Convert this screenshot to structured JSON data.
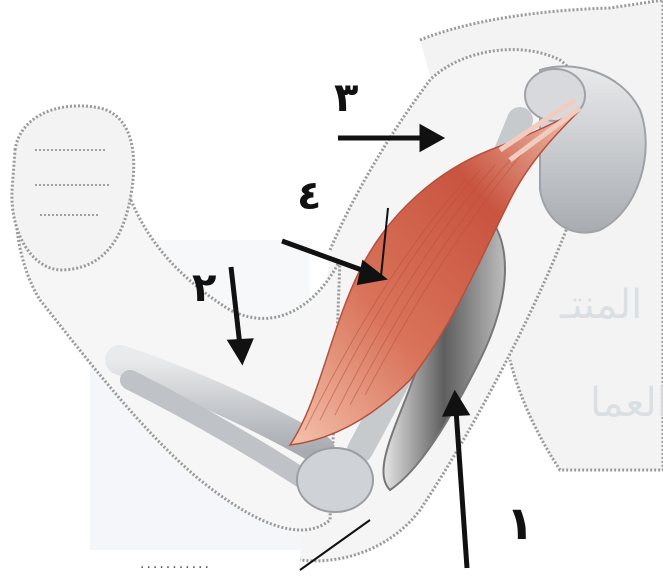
{
  "diagram": {
    "labels": {
      "one": "١",
      "two": "٢",
      "three": "٣",
      "four": "٤"
    },
    "watermark": {
      "line1": "المنتـ",
      "line2": "العما"
    },
    "bottom_text": "..........."
  },
  "colors": {
    "muscle": "#d9735a",
    "muscle_light": "#f0b7a3",
    "bone": "#c9ccd0",
    "arm_outline": "#9a9a9a",
    "arrow": "#111111"
  }
}
